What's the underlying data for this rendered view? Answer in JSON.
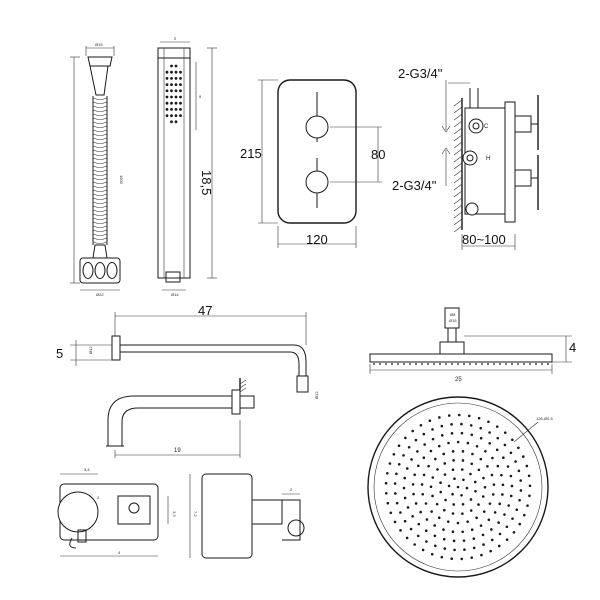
{
  "hose": {
    "top_width": "Ø15",
    "length": "1500",
    "bottom_width": "Ø22"
  },
  "handset": {
    "top": "2",
    "side": "9",
    "height": "18,5",
    "bottom": "Ø14"
  },
  "valve": {
    "height": "215",
    "spacing": "80",
    "width": "120"
  },
  "valve_side": {
    "top_label": "2-G3/4\"",
    "bottom_label": "2-G3/4\"",
    "letter_c": "C",
    "letter_h": "H",
    "depth": "80~100"
  },
  "arm": {
    "length": "47",
    "drop": "5",
    "nut": "Ø12",
    "tip": "Ø12"
  },
  "spout": {
    "reach": "19"
  },
  "shower_head": {
    "top_label": "Ø8",
    "side_label": "Ø15",
    "thickness": "4",
    "diameter": "25",
    "face_label": "126-Ø0,5"
  },
  "bracket": {
    "width": "3,4",
    "diameter": "2",
    "height": "3,3",
    "depth": "4",
    "holder_height": "7,2",
    "holder_top": "2"
  }
}
